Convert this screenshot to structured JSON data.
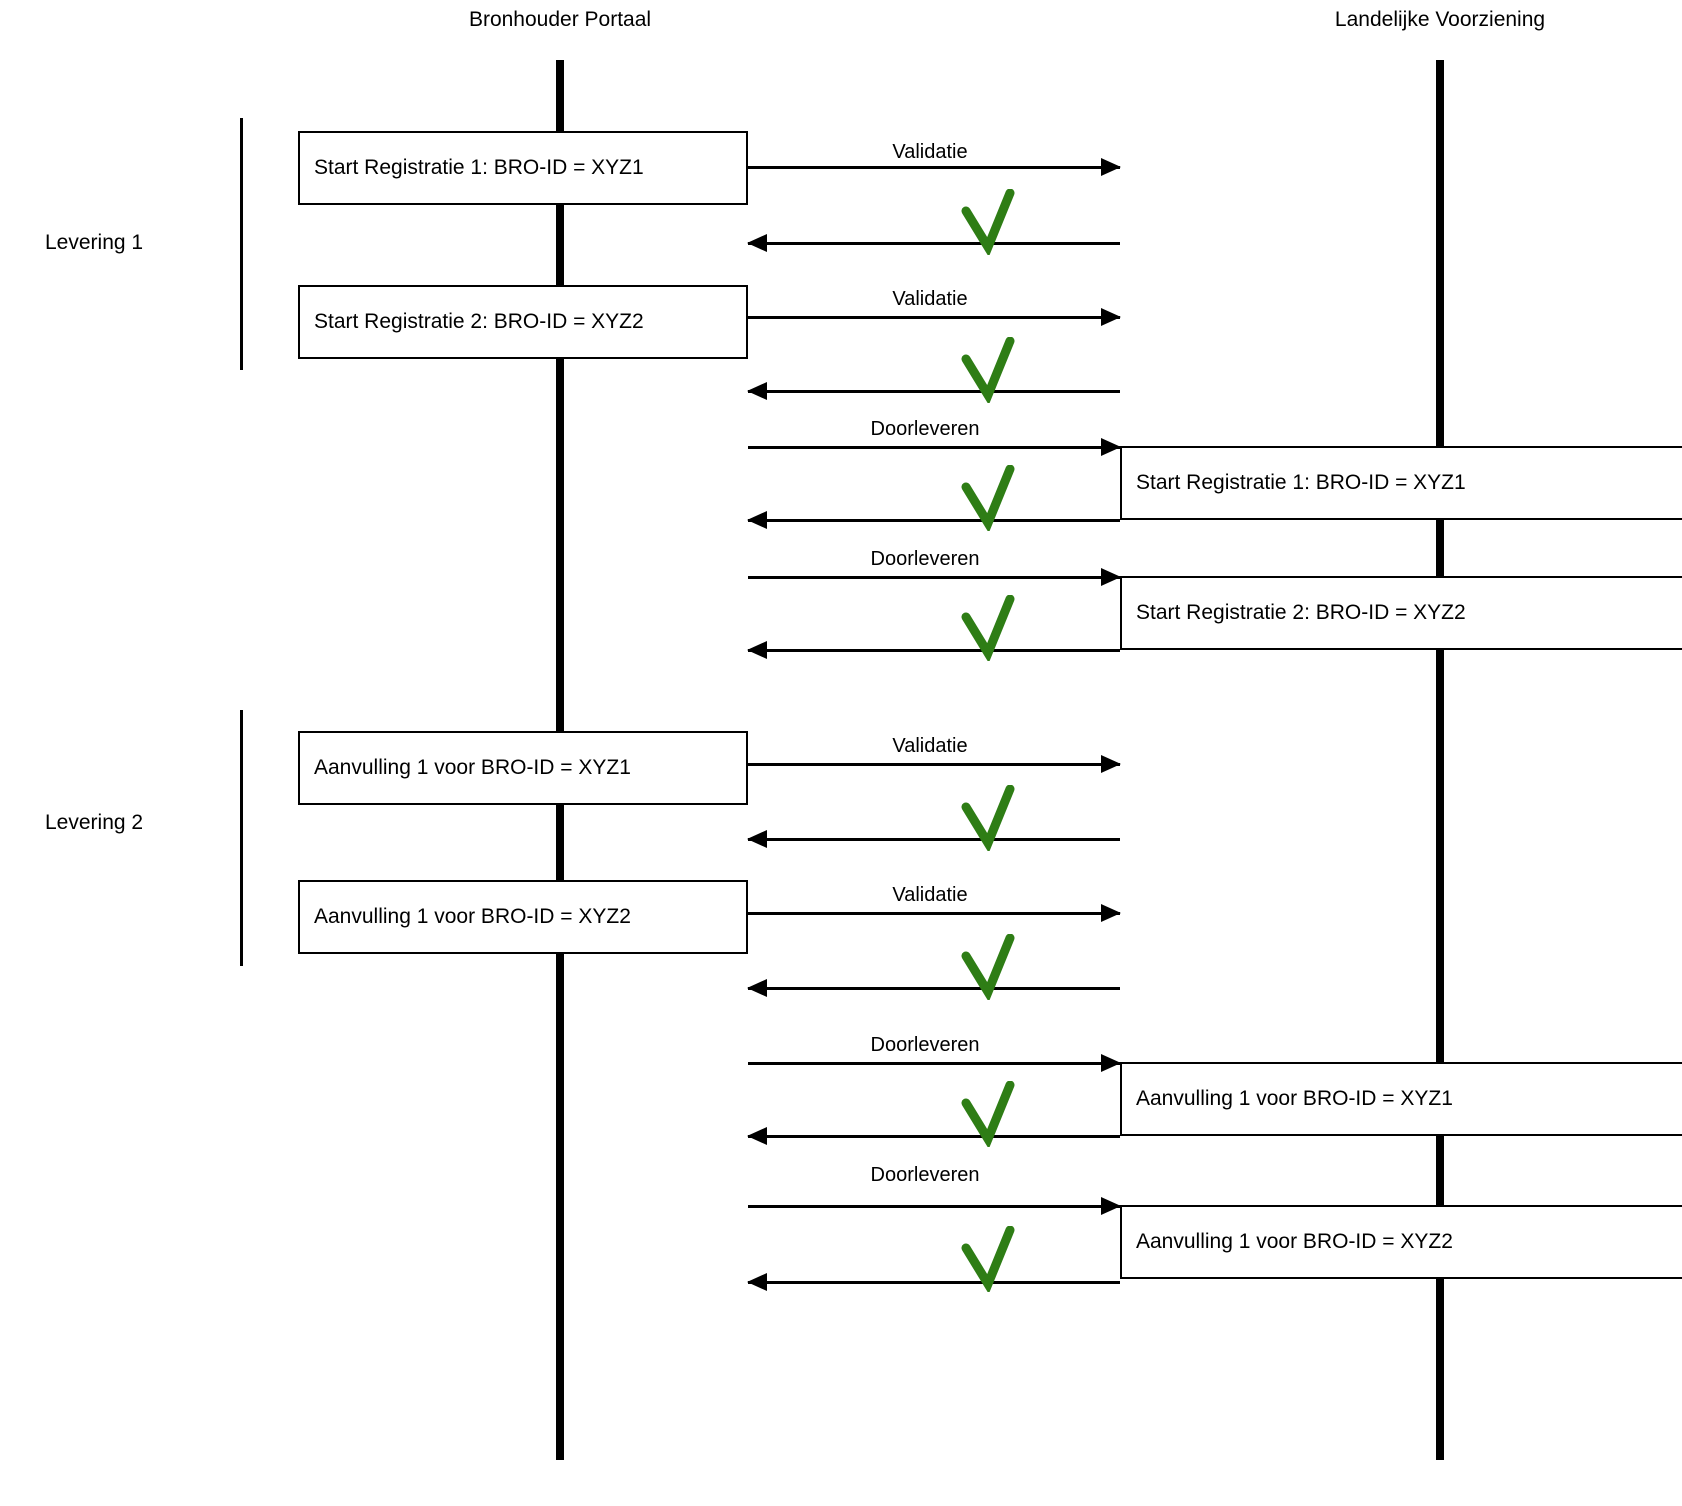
{
  "diagram": {
    "title_left": "Bronhouder Portaal",
    "title_right": "Landelijke Voorziening",
    "check_color": "#2E7D15",
    "line_color": "#000000",
    "groups": [
      {
        "label": "Levering 1"
      },
      {
        "label": "Levering 2"
      }
    ],
    "left_boxes": [
      {
        "text": "Start Registratie 1: BRO-ID = XYZ1"
      },
      {
        "text": "Start Registratie 2: BRO-ID = XYZ2"
      },
      {
        "text": "Aanvulling 1 voor BRO-ID = XYZ1"
      },
      {
        "text": "Aanvulling 1 voor BRO-ID = XYZ2"
      }
    ],
    "right_boxes": [
      {
        "text": "Start Registratie 1: BRO-ID = XYZ1"
      },
      {
        "text": "Start Registratie 2: BRO-ID = XYZ2"
      },
      {
        "text": "Aanvulling 1 voor BRO-ID = XYZ1"
      },
      {
        "text": "Aanvulling 1 voor BRO-ID = XYZ2"
      }
    ],
    "arrow_labels": [
      {
        "text": "Validatie"
      },
      {
        "text": "Validatie"
      },
      {
        "text": "Doorleveren"
      },
      {
        "text": "Doorleveren"
      },
      {
        "text": "Validatie"
      },
      {
        "text": "Validatie"
      },
      {
        "text": "Doorleveren"
      },
      {
        "text": "Doorleveren"
      }
    ],
    "icons": {
      "check": "check-mark"
    }
  }
}
